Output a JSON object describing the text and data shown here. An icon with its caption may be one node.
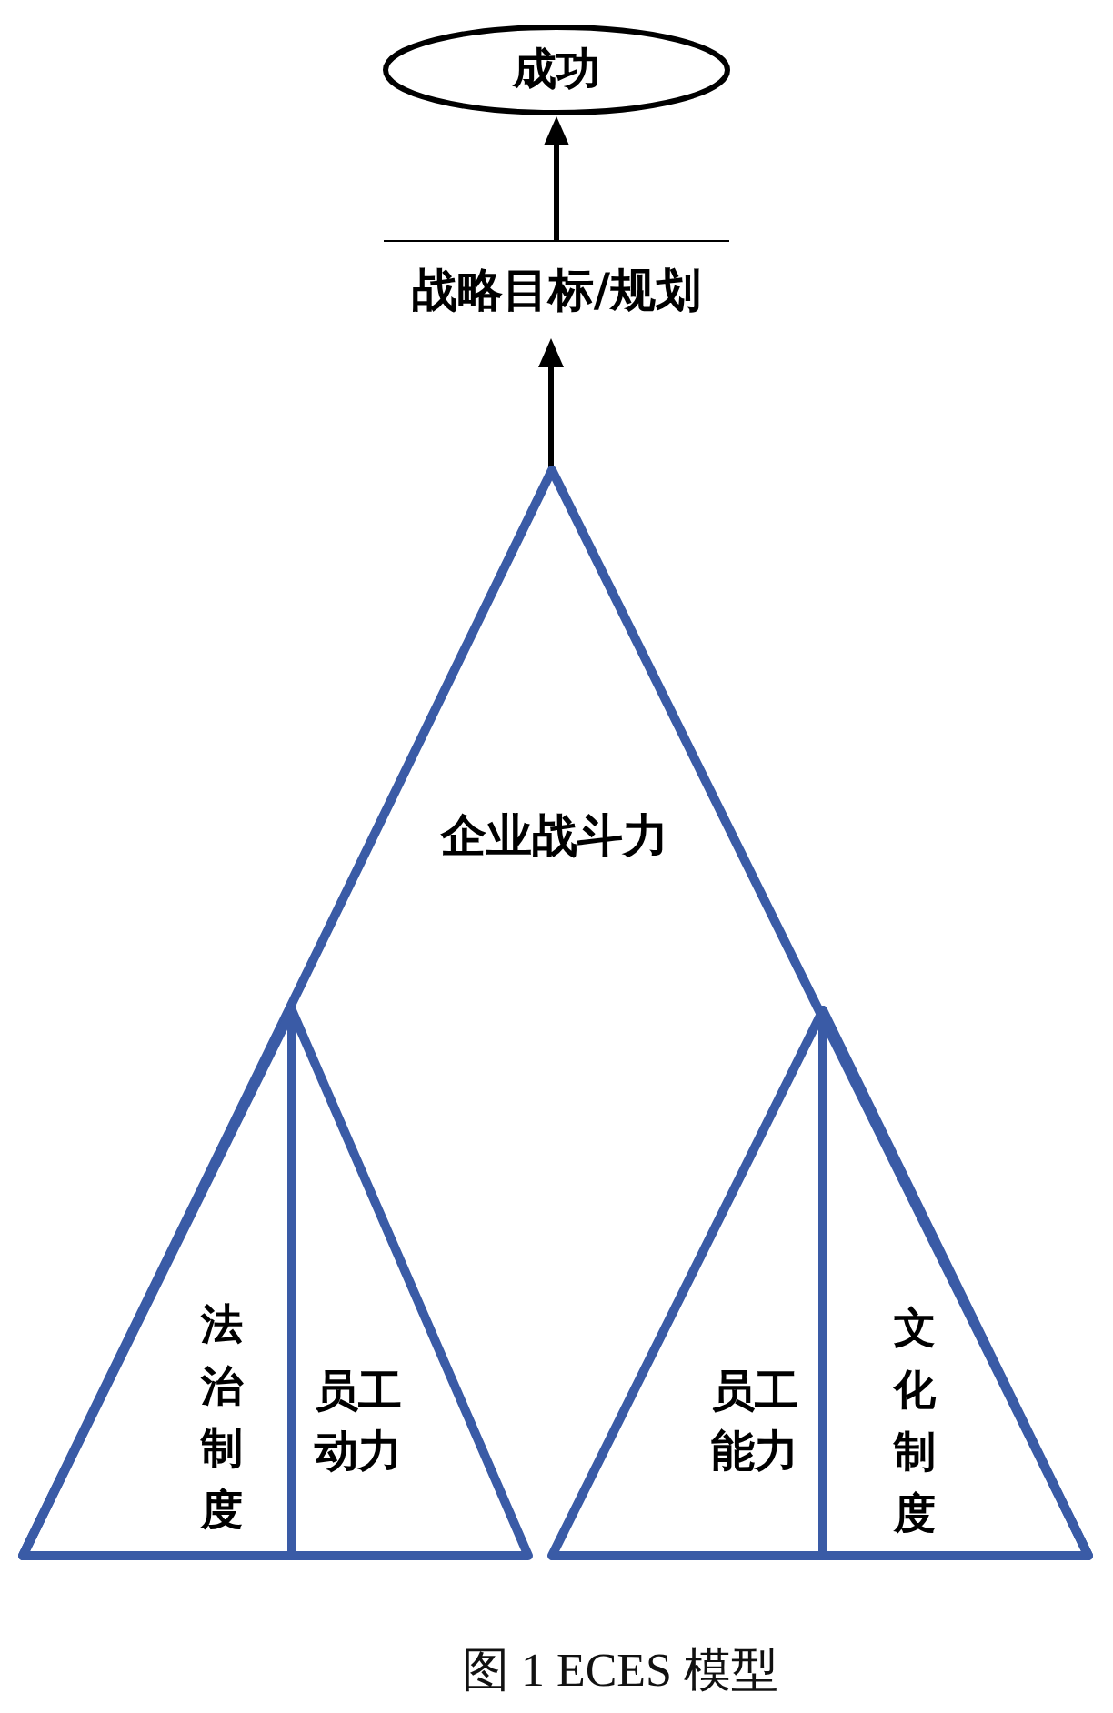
{
  "diagram": {
    "caption": "图 1 ECES 模型",
    "nodes": [
      {
        "text": [
          "成功"
        ]
      },
      {
        "text": [
          "战略目标/规划"
        ]
      },
      {
        "text": [
          "企业战斗力"
        ]
      },
      {
        "text": [
          "法治制度"
        ],
        "in": 2
      },
      {
        "text": [
          "员工动力"
        ],
        "in": 2
      },
      {
        "text": [
          "员工能力"
        ],
        "in": 2
      },
      {
        "text": [
          "文化制度"
        ],
        "in": 2
      }
    ],
    "edges": [
      {
        "from": 2,
        "to": 1,
        "arrow": "to"
      },
      {
        "from": 1,
        "to": 0,
        "arrow": "to"
      }
    ]
  }
}
